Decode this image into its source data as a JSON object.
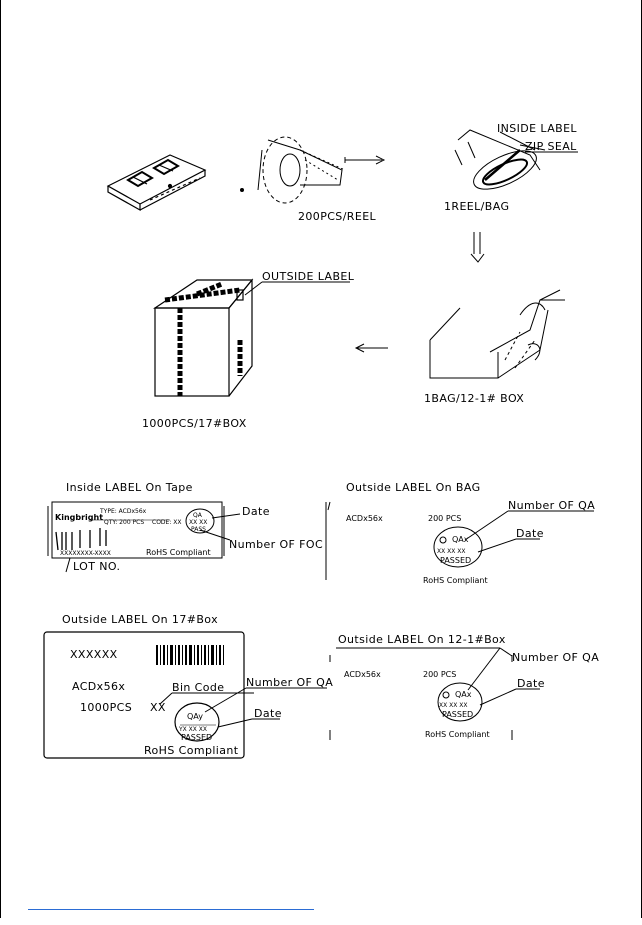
{
  "packing_flow": {
    "reel_label": "200PCS/REEL",
    "bag_label": "1REEL/BAG",
    "inside_label": "INSIDE LABEL",
    "zip_seal": "ZIP SEAL",
    "outside_label": "OUTSIDE LABEL",
    "bag_box_label": "1BAG/12-1# BOX",
    "box_label": "1000PCS/17#BOX"
  },
  "tape_label": {
    "title": "Inside LABEL On Tape",
    "brand": "Kingbright",
    "type_line": "TYPE: ACDx56x",
    "qty_line": "QTY: 200 PCS",
    "code_line": "CODE: XX",
    "barcode_text": "XXXXXXXX-XXXX",
    "rohs": "RoHS Compliant",
    "date": "Date",
    "number_of_foc": "Number OF FOC",
    "lot_no": "LOT NO.",
    "seal_top": "QA",
    "seal_mid": "XX XX",
    "seal_bottom": "PASS"
  },
  "bag_label": {
    "title": "Outside LABEL On BAG",
    "part": "ACDx56x",
    "qty": "200 PCS",
    "rohs": "RoHS Compliant",
    "number_of_qa": "Number OF QA",
    "date": "Date",
    "seal_top": "QAx",
    "seal_mid": "XX XX XX",
    "seal_bottom": "PASSED"
  },
  "box17_label": {
    "title": "Outside LABEL On 17#Box",
    "serial": "XXXXXX",
    "part": "ACDx56x",
    "qty": "1000PCS",
    "bin": "XX",
    "bin_code": "Bin Code",
    "number_of_qa": "Number OF QA",
    "date": "Date",
    "rohs": "RoHS Compliant",
    "seal_top": "QAy",
    "seal_mid": "YX XX XX",
    "seal_bottom": "PASSED"
  },
  "box12_label": {
    "title": "Outside LABEL On 12-1#Box",
    "part": "ACDx56x",
    "qty": "200 PCS",
    "rohs": "RoHS Compliant",
    "number_of_qa": "Number OF QA",
    "date": "Date",
    "seal_top": "QAx",
    "seal_mid": "XX XX XX",
    "seal_bottom": "PASSED"
  }
}
